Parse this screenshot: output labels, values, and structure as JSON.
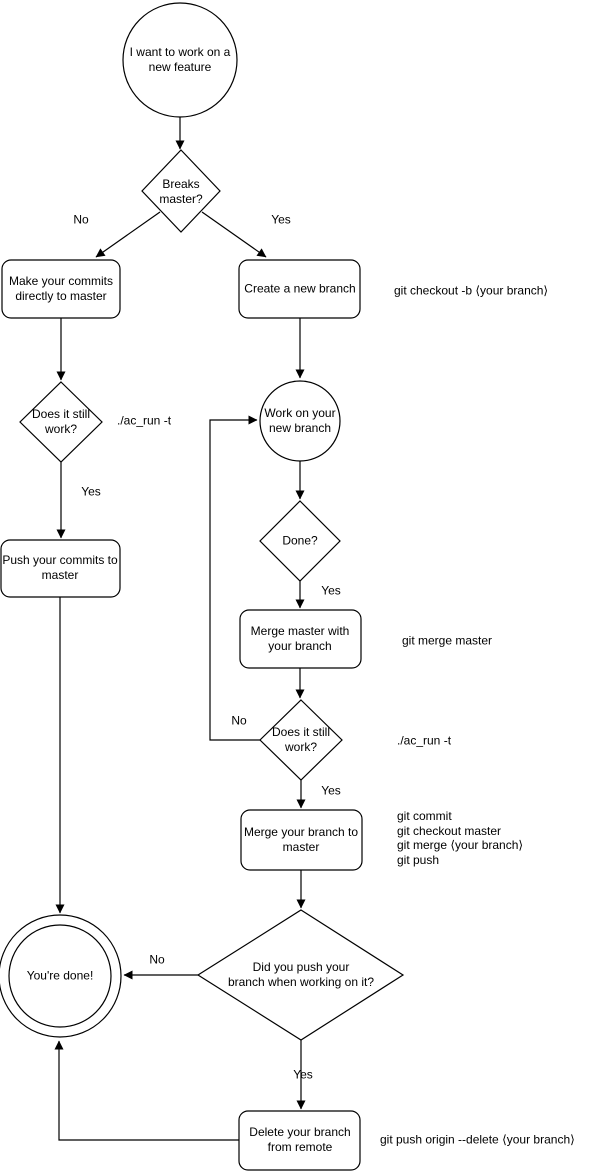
{
  "colors": {
    "background": "#ffffff",
    "stroke": "#000000",
    "fill": "#ffffff",
    "text": "#000000"
  },
  "nodes": {
    "start": {
      "type": "circle",
      "lines": [
        "I want to work on a",
        "new feature"
      ]
    },
    "breaks_master": {
      "type": "decision",
      "lines": [
        "Breaks",
        "master?"
      ]
    },
    "make_commits": {
      "type": "process",
      "lines": [
        "Make your commits",
        "directly to master"
      ]
    },
    "create_branch": {
      "type": "process",
      "lines": [
        "Create a new branch"
      ]
    },
    "still_work_left": {
      "type": "decision",
      "lines": [
        "Does it still",
        "work?"
      ]
    },
    "push_commits": {
      "type": "process",
      "lines": [
        "Push your commits to",
        "master"
      ]
    },
    "work_branch": {
      "type": "circle",
      "lines": [
        "Work on your",
        "new branch"
      ]
    },
    "done": {
      "type": "decision",
      "lines": [
        "Done?"
      ]
    },
    "merge_master": {
      "type": "process",
      "lines": [
        "Merge master with",
        "your branch"
      ]
    },
    "still_work_right": {
      "type": "decision",
      "lines": [
        "Does it still",
        "work?"
      ]
    },
    "merge_branch": {
      "type": "process",
      "lines": [
        "Merge your branch to",
        "master"
      ]
    },
    "did_push": {
      "type": "decision",
      "lines": [
        "Did you push your",
        "branch when working on it?"
      ]
    },
    "youre_done": {
      "type": "terminal",
      "lines": [
        "You're done!"
      ]
    },
    "delete_branch": {
      "type": "process",
      "lines": [
        "Delete your branch",
        "from remote"
      ]
    }
  },
  "edge_labels": {
    "breaks_no": "No",
    "breaks_yes": "Yes",
    "still_work_left_yes": "Yes",
    "done_yes": "Yes",
    "still_work_right_no": "No",
    "still_work_right_yes": "Yes",
    "did_push_no": "No",
    "did_push_yes": "Yes"
  },
  "annotations": {
    "create_branch_cmd": "git checkout -b ⟨your branch⟩",
    "still_work_left_cmd": "./ac_run -t",
    "merge_master_cmd": "git merge master",
    "still_work_right_cmd": "./ac_run -t",
    "merge_branch_cmds": [
      "git commit",
      "git checkout master",
      "git merge ⟨your branch⟩",
      "git push"
    ],
    "delete_branch_cmd": "git push origin --delete ⟨your branch⟩"
  }
}
